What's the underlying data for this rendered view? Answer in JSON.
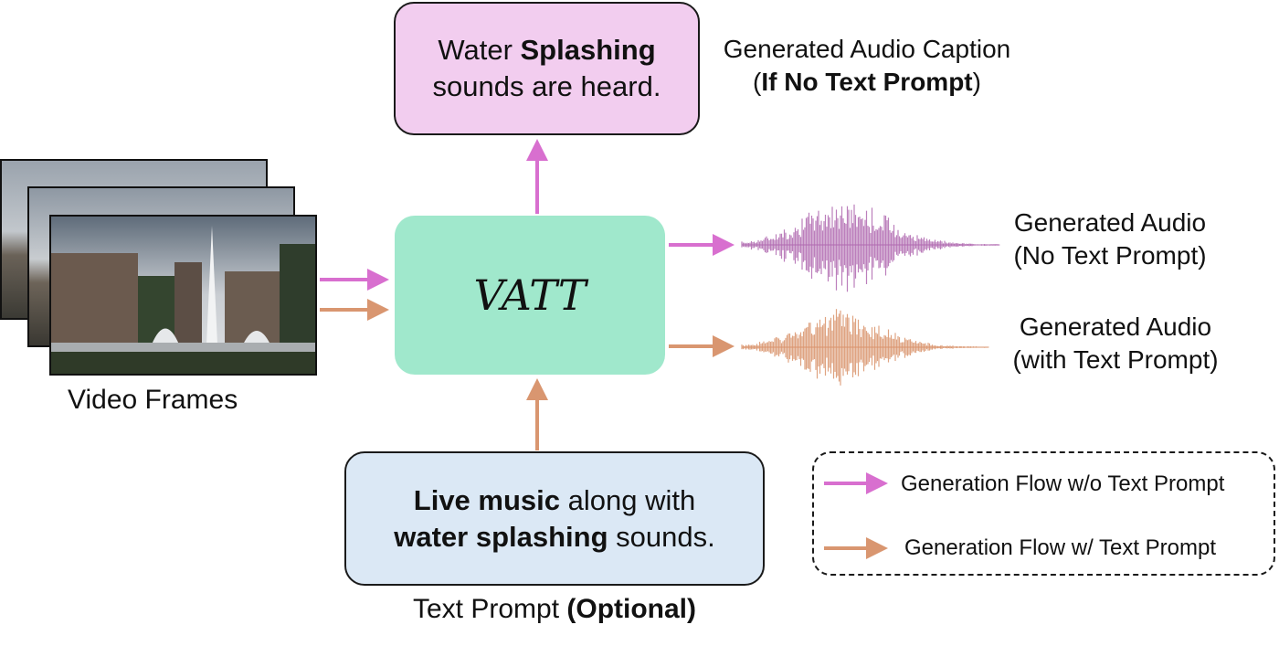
{
  "caption_box": {
    "line1_pre": "Water ",
    "line1_bold": "Splashing",
    "line2": "sounds are heard."
  },
  "caption_label": {
    "line1": "Generated Audio Caption",
    "line2_open": "(",
    "line2_bold": "If No Text Prompt",
    "line2_close": ")"
  },
  "model": {
    "name": "VATT"
  },
  "video": {
    "label": "Video Frames"
  },
  "prompt_box": {
    "line1_bold": "Live music",
    "line1_rest": " along with",
    "line2_bold": "water splashing",
    "line2_rest": " sounds."
  },
  "prompt_label": {
    "text": "Text Prompt ",
    "bold": "(Optional)"
  },
  "audio_no_prompt": {
    "line1": "Generated Audio",
    "line2": "(No Text Prompt)"
  },
  "audio_with_prompt": {
    "line1": "Generated Audio",
    "line2": "(with Text Prompt)"
  },
  "legend": {
    "items": [
      {
        "label": "Generation Flow w/o Text Prompt",
        "color": "#d86fcf"
      },
      {
        "label": "Generation Flow w/ Text Prompt",
        "color": "#d99670"
      }
    ]
  },
  "colors": {
    "pink_flow": "#d86fcf",
    "orange_flow": "#d99670",
    "caption_fill": "#f2cdef",
    "model_fill": "#a0e8cc",
    "prompt_fill": "#dbe8f5",
    "wave_pink": "#b068b0",
    "wave_orange": "#d9936b"
  }
}
